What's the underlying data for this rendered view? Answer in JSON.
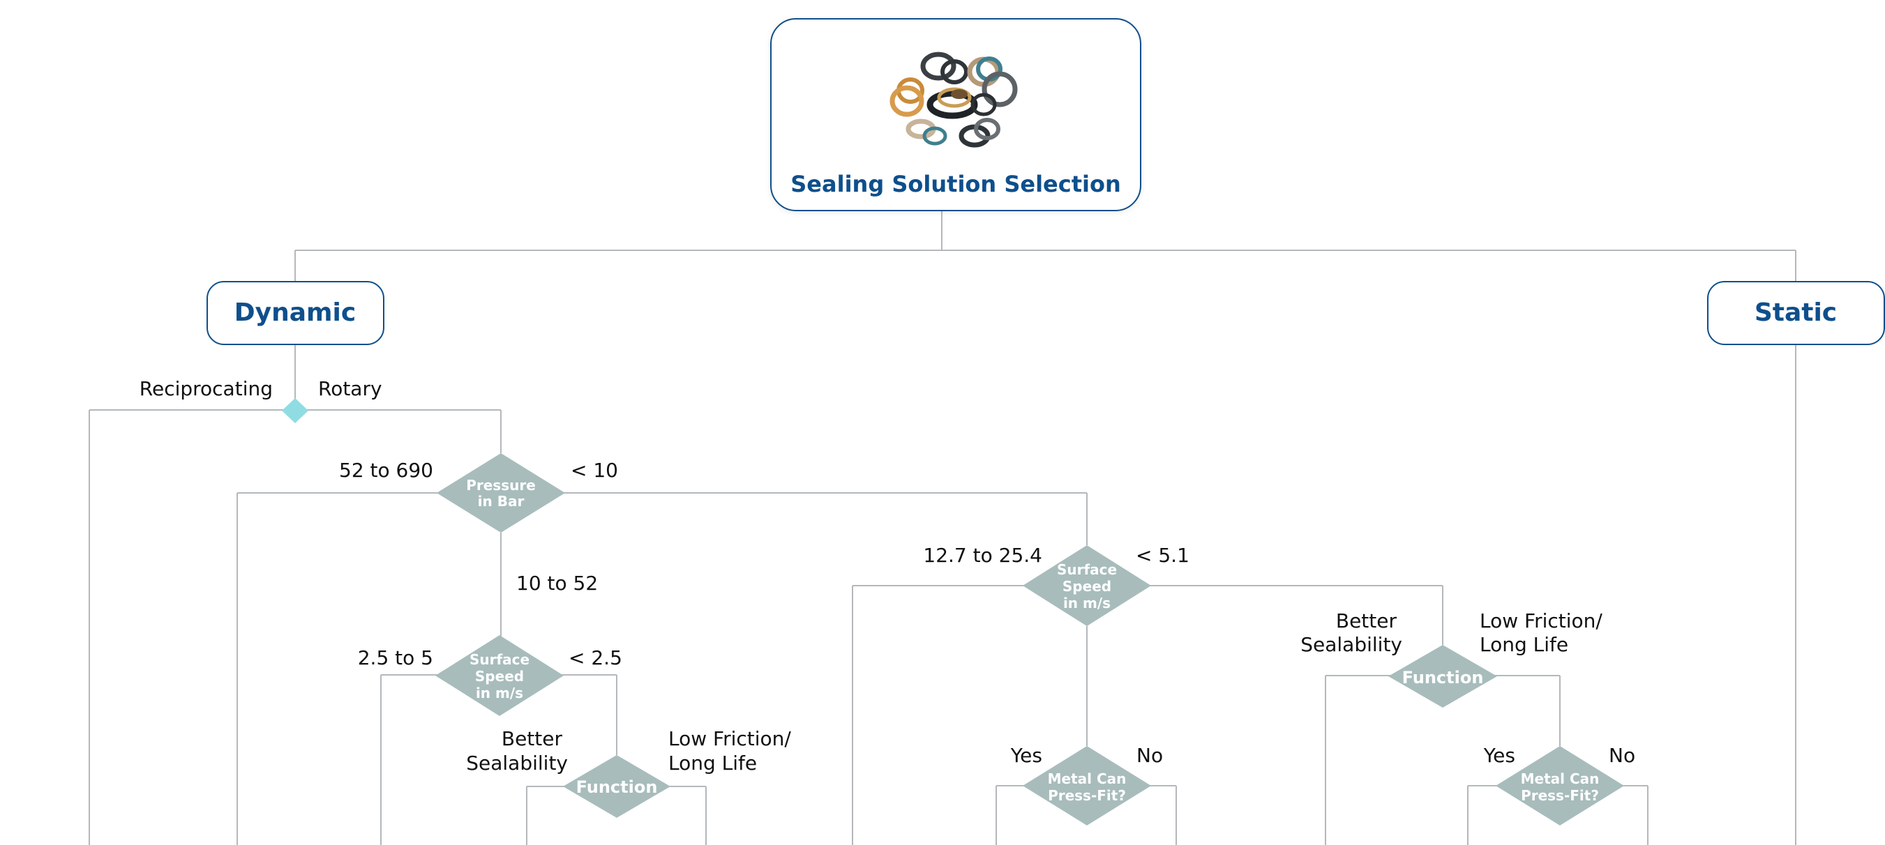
{
  "title": "Sealing Solution Selection",
  "nodes": {
    "dynamic": "Dynamic",
    "static": "Static",
    "pressure": [
      "Pressure",
      "in Bar"
    ],
    "surface_speed_left": [
      "Surface",
      "Speed",
      "in m/s"
    ],
    "surface_speed_mid": [
      "Surface",
      "Speed",
      "in m/s"
    ],
    "function_left": "Function",
    "function_right": "Function",
    "metal_can_mid": [
      "Metal Can",
      "Press-Fit?"
    ],
    "metal_can_right": [
      "Metal Can",
      "Press-Fit?"
    ]
  },
  "labels": {
    "reciprocating": "Reciprocating",
    "rotary": "Rotary",
    "pressure_high": "52 to 690",
    "pressure_low": "< 10",
    "pressure_mid": "10 to 52",
    "speed_left_high": "2.5 to 5",
    "speed_left_low": "< 2.5",
    "func_left_better": [
      "Better",
      "Sealability"
    ],
    "func_left_low": [
      "Low Friction/",
      "Long Life"
    ],
    "speed_mid_high": "12.7 to 25.4",
    "speed_mid_low": "< 5.1",
    "func_right_better": [
      "Better",
      "Sealability"
    ],
    "func_right_low": [
      "Low Friction/",
      "Long Life"
    ],
    "yes_mid": "Yes",
    "no_mid": "No",
    "yes_right": "Yes",
    "no_right": "No"
  },
  "colors": {
    "accent": "#0e4f8c",
    "decision": "#a8bcbc",
    "junction": "#8fdde3",
    "connector": "#b4b8bb"
  },
  "icons": {
    "seals_image": "seal-rings-illustration"
  }
}
